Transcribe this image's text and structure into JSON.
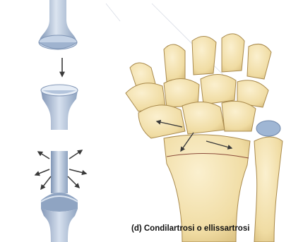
{
  "figure": {
    "caption": "(d) Condilartrosi o ellissartrosi",
    "colors": {
      "model_blue": "#b8c7db",
      "model_blue_dark": "#7f95b5",
      "bone": "#f2dfa8",
      "bone_shadow": "#d9bf7f",
      "cartilage": "#9fb6d4",
      "arrow": "#3a3a3a"
    },
    "panels": [
      {
        "name": "condyle-model-separated",
        "description_icon": "condyle-head-icon"
      },
      {
        "name": "condyle-model-articulated",
        "description_icon": "ellipsoid-joint-icon"
      },
      {
        "name": "wrist-anatomy",
        "description_icon": "radiocarpal-joint-icon"
      }
    ]
  }
}
